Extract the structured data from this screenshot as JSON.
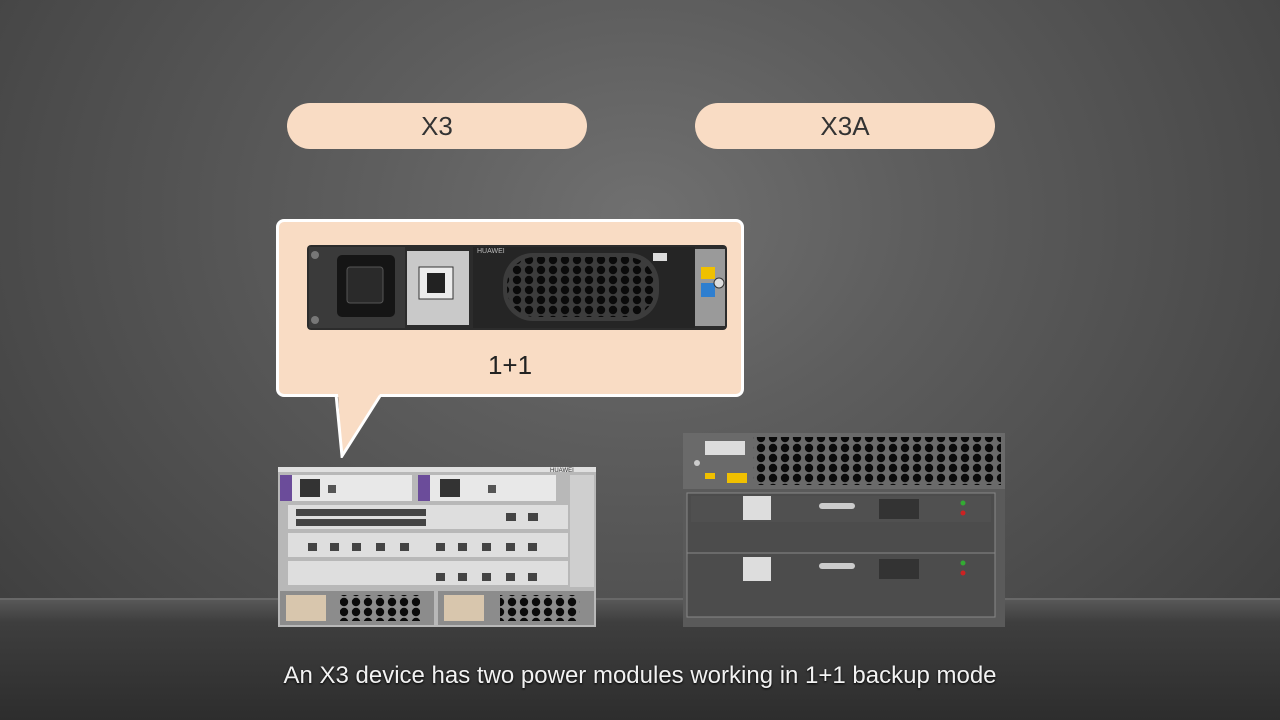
{
  "labels": {
    "left_model": "X3",
    "right_model": "X3A"
  },
  "callout": {
    "mode": "1+1",
    "psu_brand": "HUAWEI"
  },
  "devices": {
    "x3_brand": "HUAWEI"
  },
  "caption": "An X3 device has two power modules working in 1+1 backup mode",
  "colors": {
    "pill_bg": "#f9dcc4",
    "chassis_accent": "#6b4c9a"
  }
}
